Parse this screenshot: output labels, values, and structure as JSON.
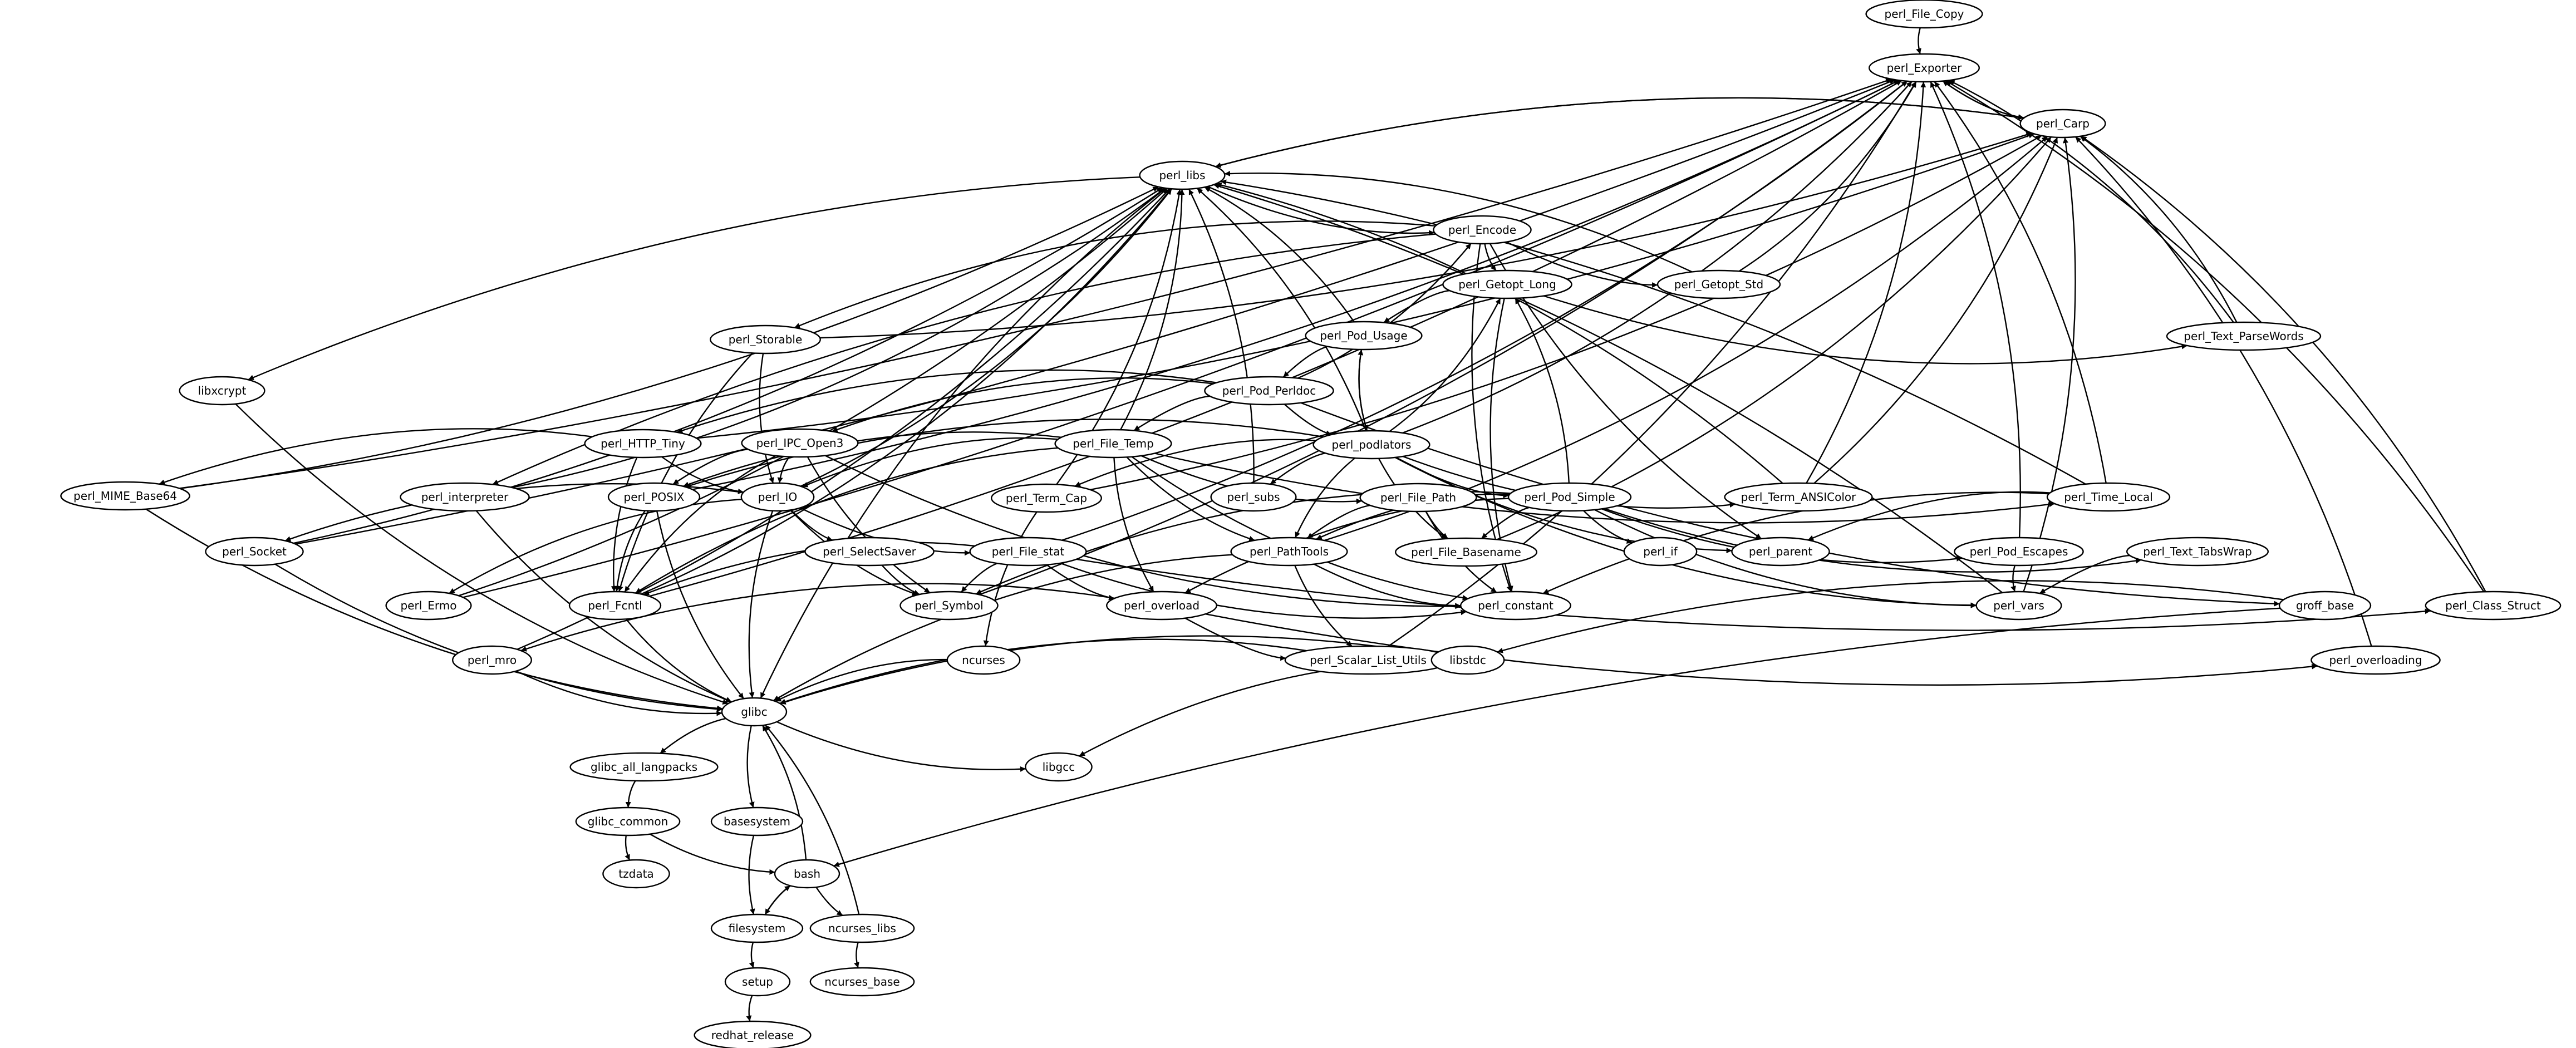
{
  "nodes": {
    "perl_File_Copy": "perl_File_Copy",
    "perl_Exporter": "perl_Exporter",
    "perl_Carp": "perl_Carp",
    "perl_libs": "perl_libs",
    "perl_Encode": "perl_Encode",
    "perl_Getopt_Long": "perl_Getopt_Long",
    "perl_Getopt_Std": "perl_Getopt_Std",
    "perl_Storable": "perl_Storable",
    "perl_Pod_Usage": "perl_Pod_Usage",
    "perl_Text_ParseWords": "perl_Text_ParseWords",
    "libxcrypt": "libxcrypt",
    "perl_Pod_Perldoc": "perl_Pod_Perldoc",
    "perl_HTTP_Tiny": "perl_HTTP_Tiny",
    "perl_IPC_Open3": "perl_IPC_Open3",
    "perl_File_Temp": "perl_File_Temp",
    "perl_podlators": "perl_podlators",
    "perl_MIME_Base64": "perl_MIME_Base64",
    "perl_interpreter": "perl_interpreter",
    "perl_POSIX": "perl_POSIX",
    "perl_IO": "perl_IO",
    "perl_Term_Cap": "perl_Term_Cap",
    "perl_subs": "perl_subs",
    "perl_File_Path": "perl_File_Path",
    "perl_Pod_Simple": "perl_Pod_Simple",
    "perl_Term_ANSIColor": "perl_Term_ANSIColor",
    "perl_Time_Local": "perl_Time_Local",
    "perl_Socket": "perl_Socket",
    "perl_SelectSaver": "perl_SelectSaver",
    "perl_File_stat": "perl_File_stat",
    "perl_PathTools": "perl_PathTools",
    "perl_File_Basename": "perl_File_Basename",
    "perl_if": "perl_if",
    "perl_parent": "perl_parent",
    "perl_Pod_Escapes": "perl_Pod_Escapes",
    "perl_Text_TabsWrap": "perl_Text_TabsWrap",
    "perl_Ermo": "perl_Ermo",
    "perl_Fcntl": "perl_Fcntl",
    "perl_Symbol": "perl_Symbol",
    "perl_overload": "perl_overload",
    "perl_constant": "perl_constant",
    "perl_vars": "perl_vars",
    "groff_base": "groff_base",
    "perl_Class_Struct": "perl_Class_Struct",
    "perl_mro": "perl_mro",
    "ncurses": "ncurses",
    "perl_Scalar_List_Utils": "perl_Scalar_List_Utils",
    "libstdc": "libstdc",
    "perl_overloading": "perl_overloading",
    "glibc": "glibc",
    "libgcc": "libgcc",
    "glibc_all_langpacks": "glibc_all_langpacks",
    "glibc_common": "glibc_common",
    "basesystem": "basesystem",
    "tzdata": "tzdata",
    "bash": "bash",
    "filesystem": "filesystem",
    "ncurses_libs": "ncurses_libs",
    "setup": "setup",
    "ncurses_base": "ncurses_base",
    "redhat_release": "redhat_release"
  },
  "edges": [
    [
      "perl_File_Copy",
      "perl_Exporter"
    ],
    [
      "perl_Exporter",
      "perl_Carp"
    ],
    [
      "perl_Carp",
      "perl_Exporter"
    ],
    [
      "perl_Carp",
      "perl_libs"
    ],
    [
      "perl_libs",
      "perl_Carp"
    ],
    [
      "perl_libs",
      "perl_Encode"
    ],
    [
      "perl_libs",
      "libxcrypt"
    ],
    [
      "perl_libs",
      "glibc"
    ],
    [
      "perl_Encode",
      "perl_Getopt_Long"
    ],
    [
      "perl_Encode",
      "perl_Getopt_Std"
    ],
    [
      "perl_Encode",
      "perl_Storable"
    ],
    [
      "perl_Encode",
      "perl_parent"
    ],
    [
      "perl_Encode",
      "perl_constant"
    ],
    [
      "perl_Encode",
      "perl_interpreter"
    ],
    [
      "perl_Getopt_Std",
      "perl_Exporter"
    ],
    [
      "perl_Getopt_Std",
      "perl_libs"
    ],
    [
      "perl_Getopt_Long",
      "perl_Pod_Usage"
    ],
    [
      "perl_Getopt_Long",
      "perl_Text_ParseWords"
    ],
    [
      "perl_Getopt_Long",
      "perl_constant"
    ],
    [
      "perl_Text_ParseWords",
      "perl_Exporter"
    ],
    [
      "perl_Text_ParseWords",
      "perl_Carp"
    ],
    [
      "perl_Storable",
      "perl_IO"
    ],
    [
      "perl_Storable",
      "perl_Fcntl"
    ],
    [
      "perl_Storable",
      "perl_Carp"
    ],
    [
      "perl_Pod_Usage",
      "perl_Pod_Perldoc"
    ],
    [
      "perl_Pod_Usage",
      "perl_podlators"
    ],
    [
      "perl_Pod_Usage",
      "perl_libs"
    ],
    [
      "perl_Pod_Perldoc",
      "perl_HTTP_Tiny"
    ],
    [
      "perl_Pod_Perldoc",
      "perl_IPC_Open3"
    ],
    [
      "perl_Pod_Perldoc",
      "perl_File_Temp"
    ],
    [
      "perl_Pod_Perldoc",
      "perl_podlators"
    ],
    [
      "perl_Pod_Perldoc",
      "perl_Encode"
    ],
    [
      "perl_Pod_Perldoc",
      "groff_base"
    ],
    [
      "perl_podlators",
      "perl_Pod_Usage"
    ],
    [
      "perl_podlators",
      "perl_Getopt_Long"
    ],
    [
      "perl_podlators",
      "perl_Exporter"
    ],
    [
      "perl_podlators",
      "perl_libs"
    ],
    [
      "perl_podlators",
      "perl_Pod_Simple"
    ],
    [
      "perl_podlators",
      "perl_Term_ANSIColor"
    ],
    [
      "perl_podlators",
      "perl_Term_Cap"
    ],
    [
      "perl_podlators",
      "perl_subs"
    ],
    [
      "perl_podlators",
      "perl_POSIX"
    ],
    [
      "perl_podlators",
      "perl_PathTools"
    ],
    [
      "perl_podlators",
      "perl_File_Basename"
    ],
    [
      "perl_podlators",
      "perl_parent"
    ],
    [
      "perl_podlators",
      "perl_vars"
    ],
    [
      "perl_HTTP_Tiny",
      "perl_MIME_Base64"
    ],
    [
      "perl_HTTP_Tiny",
      "perl_IO"
    ],
    [
      "perl_HTTP_Tiny",
      "perl_Fcntl"
    ],
    [
      "perl_HTTP_Tiny",
      "perl_Carp"
    ],
    [
      "perl_IPC_Open3",
      "perl_POSIX"
    ],
    [
      "perl_IPC_Open3",
      "perl_IO"
    ],
    [
      "perl_IPC_Open3",
      "perl_Fcntl"
    ],
    [
      "perl_IPC_Open3",
      "perl_Symbol"
    ],
    [
      "perl_IPC_Open3",
      "perl_constant"
    ],
    [
      "perl_File_Temp",
      "perl_POSIX"
    ],
    [
      "perl_File_Temp",
      "perl_IO"
    ],
    [
      "perl_File_Temp",
      "perl_File_Path"
    ],
    [
      "perl_File_Temp",
      "perl_PathTools"
    ],
    [
      "perl_File_Temp",
      "perl_Fcntl"
    ],
    [
      "perl_File_Temp",
      "perl_overload"
    ],
    [
      "perl_File_Temp",
      "perl_Time_Local"
    ],
    [
      "perl_File_Temp",
      "perl_constant"
    ],
    [
      "perl_File_Temp",
      "perl_libs"
    ],
    [
      "perl_MIME_Base64",
      "perl_Exporter"
    ],
    [
      "perl_MIME_Base64",
      "perl_libs"
    ],
    [
      "perl_MIME_Base64",
      "glibc"
    ],
    [
      "perl_interpreter",
      "perl_libs"
    ],
    [
      "perl_interpreter",
      "glibc"
    ],
    [
      "perl_POSIX",
      "perl_Fcntl"
    ],
    [
      "perl_POSIX",
      "perl_Exporter"
    ],
    [
      "perl_POSIX",
      "glibc"
    ],
    [
      "perl_IO",
      "perl_Socket"
    ],
    [
      "perl_IO",
      "perl_SelectSaver"
    ],
    [
      "perl_IO",
      "perl_File_stat"
    ],
    [
      "perl_IO",
      "perl_Symbol"
    ],
    [
      "perl_IO",
      "perl_Ermo"
    ],
    [
      "perl_IO",
      "perl_libs"
    ],
    [
      "perl_IO",
      "glibc"
    ],
    [
      "perl_Term_Cap",
      "perl_libs"
    ],
    [
      "perl_Term_Cap",
      "perl_Carp"
    ],
    [
      "perl_Term_Cap",
      "ncurses"
    ],
    [
      "perl_subs",
      "perl_libs"
    ],
    [
      "perl_File_Path",
      "perl_PathTools"
    ],
    [
      "perl_File_Path",
      "perl_File_Basename"
    ],
    [
      "perl_File_Path",
      "perl_constant"
    ],
    [
      "perl_Pod_Simple",
      "perl_Getopt_Long"
    ],
    [
      "perl_Pod_Simple",
      "perl_Pod_Escapes"
    ],
    [
      "perl_Pod_Simple",
      "perl_Text_TabsWrap"
    ],
    [
      "perl_Pod_Simple",
      "perl_PathTools"
    ],
    [
      "perl_Pod_Simple",
      "perl_File_Basename"
    ],
    [
      "perl_Pod_Simple",
      "perl_if"
    ],
    [
      "perl_Pod_Simple",
      "perl_Symbol"
    ],
    [
      "perl_Pod_Simple",
      "perl_overload"
    ],
    [
      "perl_Pod_Simple",
      "perl_vars"
    ],
    [
      "perl_Term_ANSIColor",
      "perl_Exporter"
    ],
    [
      "perl_Term_ANSIColor",
      "perl_Carp"
    ],
    [
      "perl_Term_ANSIColor",
      "perl_libs"
    ],
    [
      "perl_Time_Local",
      "perl_Exporter"
    ],
    [
      "perl_Time_Local",
      "perl_parent"
    ],
    [
      "perl_Time_Local",
      "perl_constant"
    ],
    [
      "perl_Time_Local",
      "perl_libs"
    ],
    [
      "perl_Socket",
      "perl_Exporter"
    ],
    [
      "perl_Socket",
      "perl_libs"
    ],
    [
      "perl_Socket",
      "glibc"
    ],
    [
      "perl_SelectSaver",
      "perl_Symbol"
    ],
    [
      "perl_File_stat",
      "perl_Fcntl"
    ],
    [
      "perl_File_stat",
      "perl_Symbol"
    ],
    [
      "perl_File_stat",
      "perl_overload"
    ],
    [
      "perl_File_stat",
      "perl_Class_Struct"
    ],
    [
      "perl_File_stat",
      "perl_constant"
    ],
    [
      "perl_File_stat",
      "perl_Exporter"
    ],
    [
      "perl_PathTools",
      "perl_Scalar_List_Utils"
    ],
    [
      "perl_PathTools",
      "perl_Carp"
    ],
    [
      "perl_PathTools",
      "perl_constant"
    ],
    [
      "perl_PathTools",
      "glibc"
    ],
    [
      "perl_File_Basename",
      "perl_Carp"
    ],
    [
      "perl_Pod_Escapes",
      "perl_vars"
    ],
    [
      "perl_Pod_Escapes",
      "perl_Exporter"
    ],
    [
      "perl_Text_TabsWrap",
      "perl_vars"
    ],
    [
      "perl_Ermo",
      "perl_Exporter"
    ],
    [
      "perl_Ermo",
      "perl_libs"
    ],
    [
      "perl_Fcntl",
      "perl_libs"
    ],
    [
      "perl_Fcntl",
      "perl_Exporter"
    ],
    [
      "perl_Fcntl",
      "glibc"
    ],
    [
      "perl_Symbol",
      "perl_Exporter"
    ],
    [
      "perl_overload",
      "perl_overloading"
    ],
    [
      "perl_overload",
      "perl_mro"
    ],
    [
      "perl_overload",
      "perl_Scalar_List_Utils"
    ],
    [
      "perl_vars",
      "perl_Carp"
    ],
    [
      "perl_vars",
      "perl_libs"
    ],
    [
      "groff_base",
      "libstdc"
    ],
    [
      "groff_base",
      "bash"
    ],
    [
      "perl_Class_Struct",
      "perl_Exporter"
    ],
    [
      "perl_Class_Struct",
      "perl_Carp"
    ],
    [
      "perl_overloading",
      "perl_Carp"
    ],
    [
      "perl_mro",
      "perl_libs"
    ],
    [
      "perl_mro",
      "glibc"
    ],
    [
      "perl_Scalar_List_Utils",
      "perl_Exporter"
    ],
    [
      "perl_Scalar_List_Utils",
      "glibc"
    ],
    [
      "ncurses",
      "glibc"
    ],
    [
      "libstdc",
      "glibc"
    ],
    [
      "libstdc",
      "libgcc"
    ],
    [
      "libxcrypt",
      "glibc"
    ],
    [
      "glibc",
      "glibc_all_langpacks"
    ],
    [
      "glibc",
      "basesystem"
    ],
    [
      "glibc",
      "libgcc"
    ],
    [
      "glibc_all_langpacks",
      "glibc_common"
    ],
    [
      "glibc_common",
      "tzdata"
    ],
    [
      "glibc_common",
      "bash"
    ],
    [
      "basesystem",
      "filesystem"
    ],
    [
      "bash",
      "filesystem"
    ],
    [
      "bash",
      "ncurses_libs"
    ],
    [
      "bash",
      "glibc"
    ],
    [
      "filesystem",
      "bash"
    ],
    [
      "filesystem",
      "setup"
    ],
    [
      "ncurses_libs",
      "ncurses_base"
    ],
    [
      "ncurses_libs",
      "glibc"
    ],
    [
      "setup",
      "redhat_release"
    ]
  ]
}
